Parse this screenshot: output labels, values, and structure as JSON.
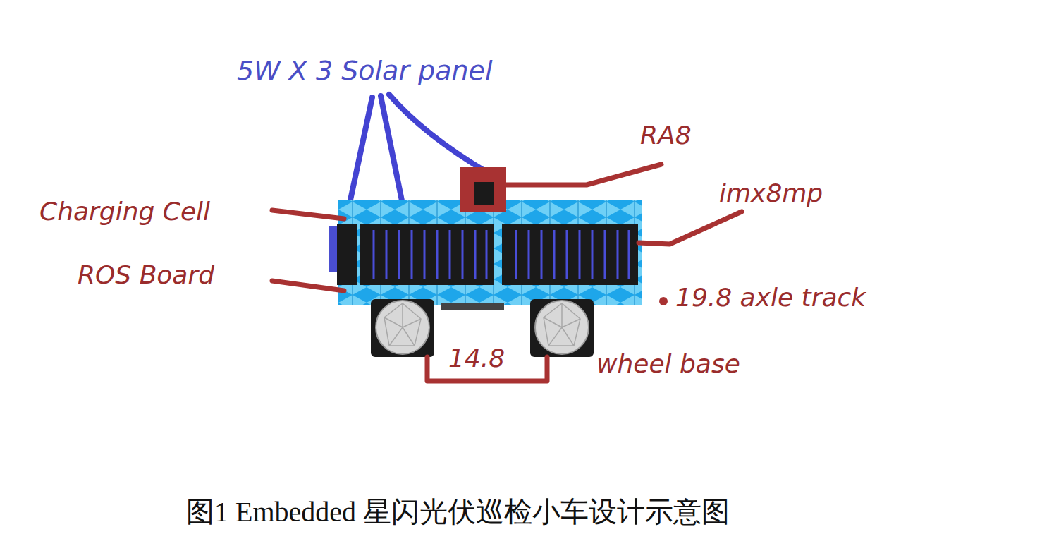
{
  "diagram": {
    "caption": "图1 Embedded 星闪光伏巡检小车设计示意图",
    "labels": [
      "5W X 3 Solar panel",
      "RA8",
      "imx8mp",
      "Charging Cell",
      "ROS Board",
      "19.8 axle track",
      "14.8",
      "wheel base"
    ]
  }
}
